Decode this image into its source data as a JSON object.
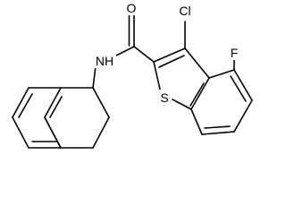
{
  "molecule": {
    "labels": {
      "oxygen": "O",
      "chlorine": "Cl",
      "fluorine": "F",
      "amide_nh": "NH",
      "sulfur": "S"
    }
  },
  "colors": {
    "bond": "#000000",
    "text": "#000000",
    "background": "#ffffff"
  }
}
